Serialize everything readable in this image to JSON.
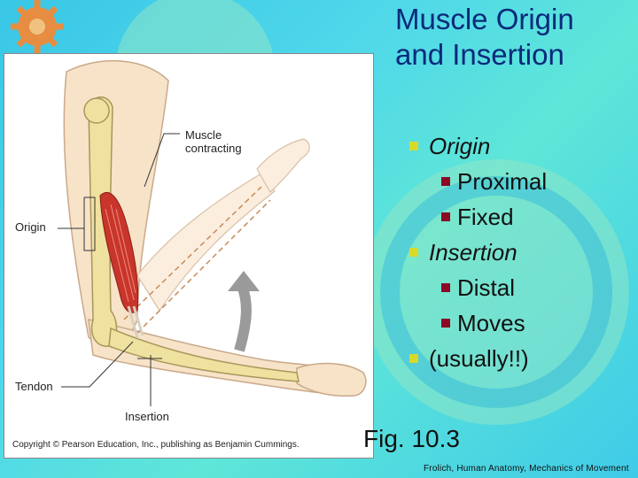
{
  "slide": {
    "title_line1": "Muscle Origin",
    "title_line2": "and Insertion",
    "bullets": [
      {
        "level": 1,
        "text": "Origin",
        "italic": true
      },
      {
        "level": 2,
        "text": "Proximal"
      },
      {
        "level": 2,
        "text": "Fixed"
      },
      {
        "level": 1,
        "text": "Insertion",
        "italic": true
      },
      {
        "level": 2,
        "text": "Distal"
      },
      {
        "level": 2,
        "text": "Moves"
      },
      {
        "level": 1,
        "text": "(usually!!)",
        "italic": false
      }
    ],
    "figure_label": "Fig. 10.3",
    "credit": "Frolich, Human Anatomy, Mechanics of Movement"
  },
  "figure": {
    "labels": {
      "muscle_contracting_line1": "Muscle",
      "muscle_contracting_line2": "contracting",
      "origin": "Origin",
      "tendon": "Tendon",
      "insertion": "Insertion"
    },
    "copyright": "Copyright © Pearson Education, Inc., publishing as Benjamin Cummings."
  },
  "colors": {
    "background": "#4fd7ea",
    "title": "#0a2a7a",
    "bullet_level1": "#d9d92a",
    "bullet_level2": "#8c0a24",
    "skin": "#f7e3c8",
    "bone": "#efe2a0",
    "muscle": "#c8352b",
    "arrow": "#9a9a9a"
  }
}
